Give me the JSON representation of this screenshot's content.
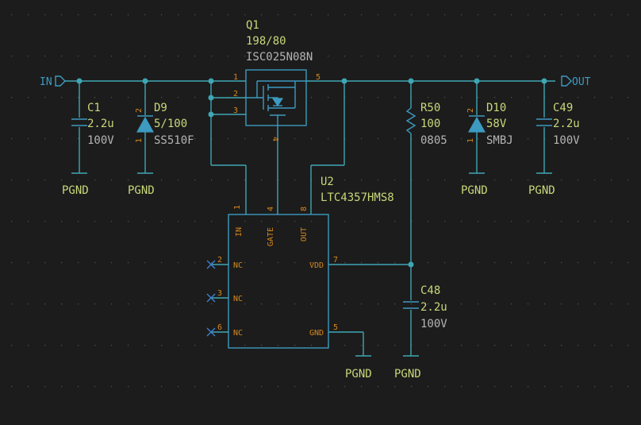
{
  "ports": {
    "in": "IN",
    "out": "OUT"
  },
  "q1": {
    "ref": "Q1",
    "value": "198/80",
    "part": "ISC025N08N",
    "pins": {
      "p1": "1",
      "p2": "2",
      "p3": "3",
      "p4": "4",
      "p5": "5"
    }
  },
  "c1": {
    "ref": "C1",
    "value": "2.2u",
    "voltage": "100V"
  },
  "d9": {
    "ref": "D9",
    "value": "5/100",
    "part": "SS510F",
    "pin_a": "1",
    "pin_k": "2"
  },
  "r50": {
    "ref": "R50",
    "value": "100",
    "package": "0805"
  },
  "d10": {
    "ref": "D10",
    "value": "58V",
    "part": "SMBJ",
    "pin_a": "1",
    "pin_k": "2"
  },
  "c49": {
    "ref": "C49",
    "value": "2.2u",
    "voltage": "100V"
  },
  "c48": {
    "ref": "C48",
    "value": "2.2u",
    "voltage": "100V"
  },
  "u2": {
    "ref": "U2",
    "part": "LTC4357HMS8",
    "pins": {
      "in": {
        "num": "1",
        "name": "IN"
      },
      "gate": {
        "num": "4",
        "name": "GATE"
      },
      "out": {
        "num": "8",
        "name": "OUT"
      },
      "nc2": {
        "num": "2",
        "name": "NC"
      },
      "nc3": {
        "num": "3",
        "name": "NC"
      },
      "nc6": {
        "num": "6",
        "name": "NC"
      },
      "vdd": {
        "num": "7",
        "name": "VDD"
      },
      "gnd": {
        "num": "5",
        "name": "GND"
      }
    }
  },
  "ground_net": "PGND"
}
